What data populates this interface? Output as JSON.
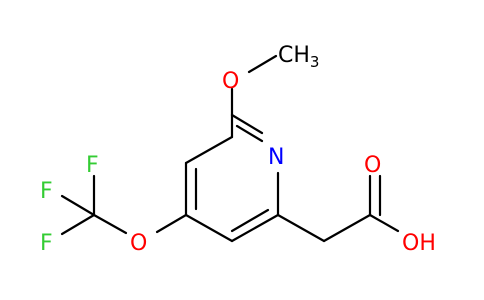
{
  "molecule": {
    "atoms": {
      "methyl": "CH",
      "methyl_subscript": "3",
      "methoxy_oxygen": "O",
      "ring_nitrogen": "N",
      "carbonyl_oxygen": "O",
      "hydroxyl": "OH",
      "ether_oxygen": "O",
      "fluorine_1": "F",
      "fluorine_2": "F",
      "fluorine_3": "F"
    },
    "colors": {
      "carbon_bonds": "#000000",
      "oxygen": "#ff0000",
      "nitrogen": "#0000ff",
      "fluorine": "#33cc33"
    }
  }
}
